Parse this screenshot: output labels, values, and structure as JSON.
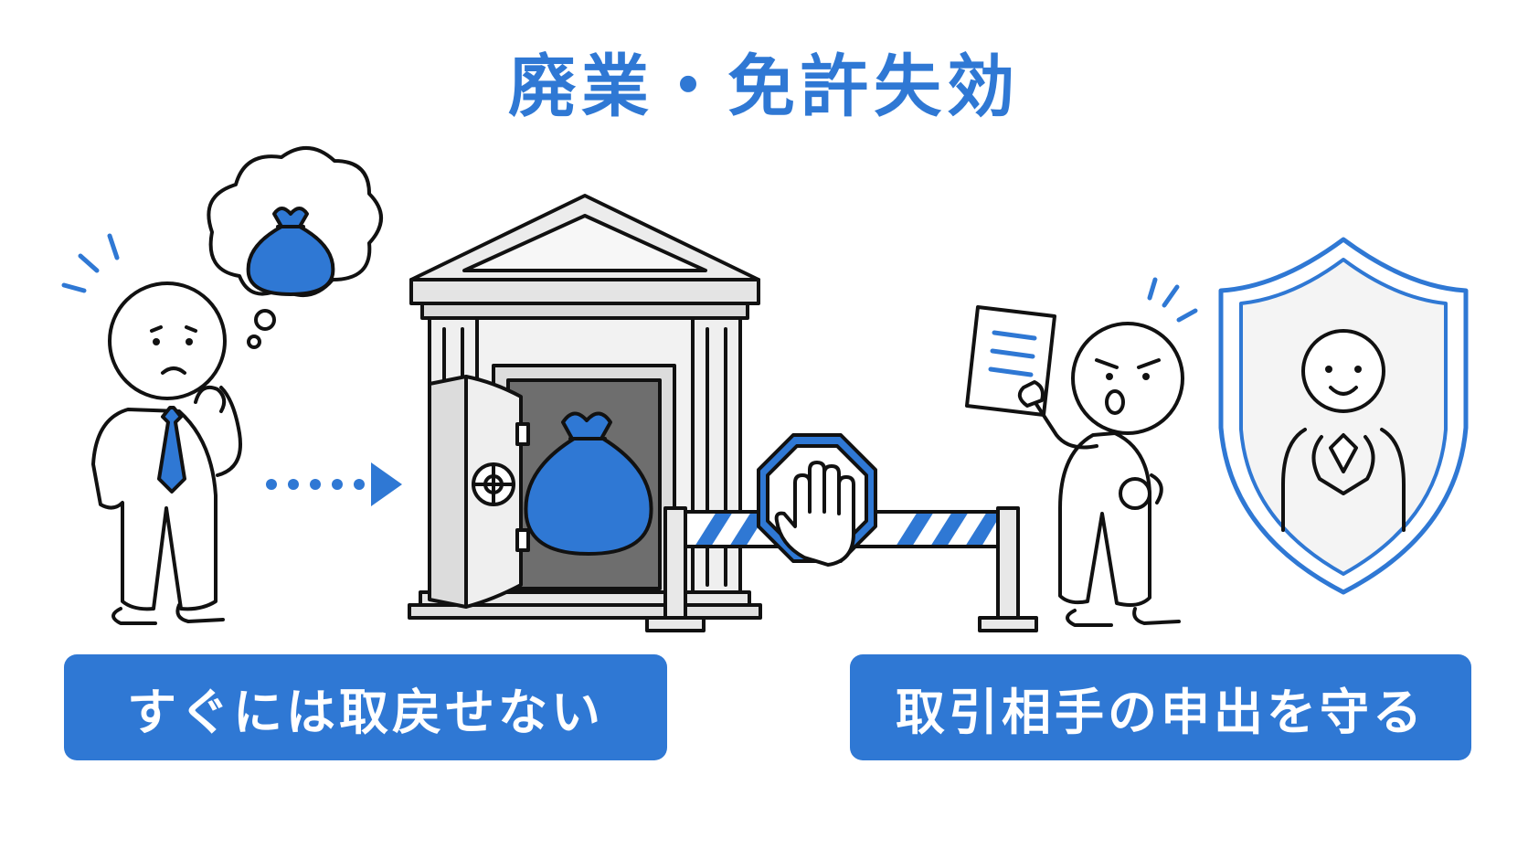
{
  "title": "廃業・免許失効",
  "labels": {
    "left": "すぐには取戻せない",
    "right": "取引相手の申出を守る"
  },
  "colors": {
    "accent": "#2f78d4",
    "outline": "#111111",
    "stone": "#e8e8e8",
    "dark": "#6e6e6e"
  },
  "icons": [
    "money-bag-icon",
    "thought-bubble-icon",
    "bank-building-icon",
    "safe-icon",
    "stop-hand-sign-icon",
    "barrier-icon",
    "document-icon",
    "shield-icon"
  ]
}
